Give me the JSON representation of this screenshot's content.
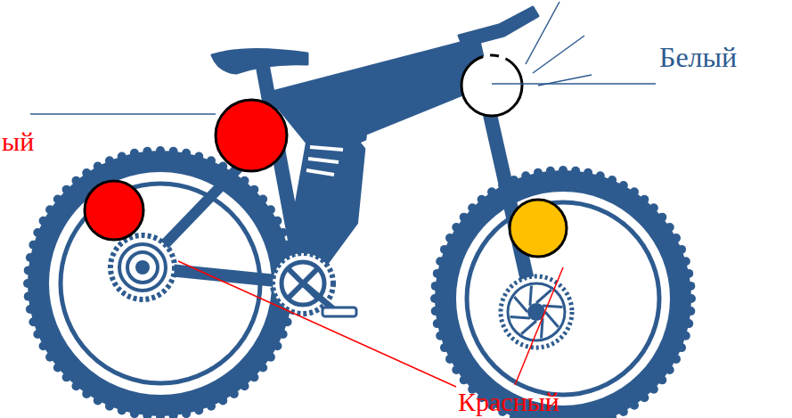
{
  "diagram": {
    "labels": [
      "Белый",
      "ый",
      "Красный"
    ]
  }
}
